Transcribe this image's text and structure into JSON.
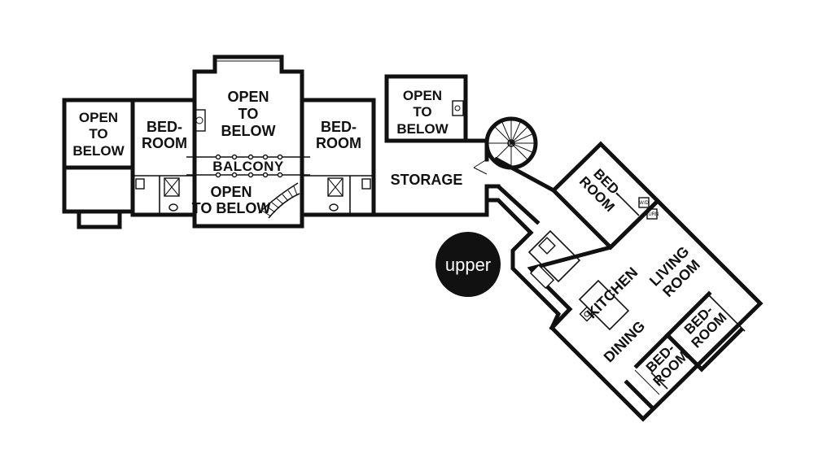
{
  "labels": {
    "open_to_below_1": [
      "OPEN",
      "TO",
      "BELOW"
    ],
    "bedroom_1": [
      "BED-",
      "ROOM"
    ],
    "open_to_below_2": [
      "OPEN",
      "TO",
      "BELOW"
    ],
    "balcony": "BALCONY",
    "open_to_below_3": [
      "OPEN",
      "TO BELOW"
    ],
    "bedroom_2": [
      "BED-",
      "ROOM"
    ],
    "open_to_below_4": [
      "OPEN",
      "TO",
      "BELOW"
    ],
    "storage": "STORAGE",
    "bedroom_3": [
      "BED-",
      "ROOM"
    ],
    "kitchen": "KITCHEN",
    "living_room": [
      "LIVING",
      "ROOM"
    ],
    "dining": "DINING",
    "bedroom_4": [
      "BED-",
      "ROOM"
    ],
    "bedroom_5": [
      "BED-",
      "ROOM"
    ],
    "appliance_1": "W/D",
    "appliance_2": "FURN"
  },
  "badge": "upper"
}
